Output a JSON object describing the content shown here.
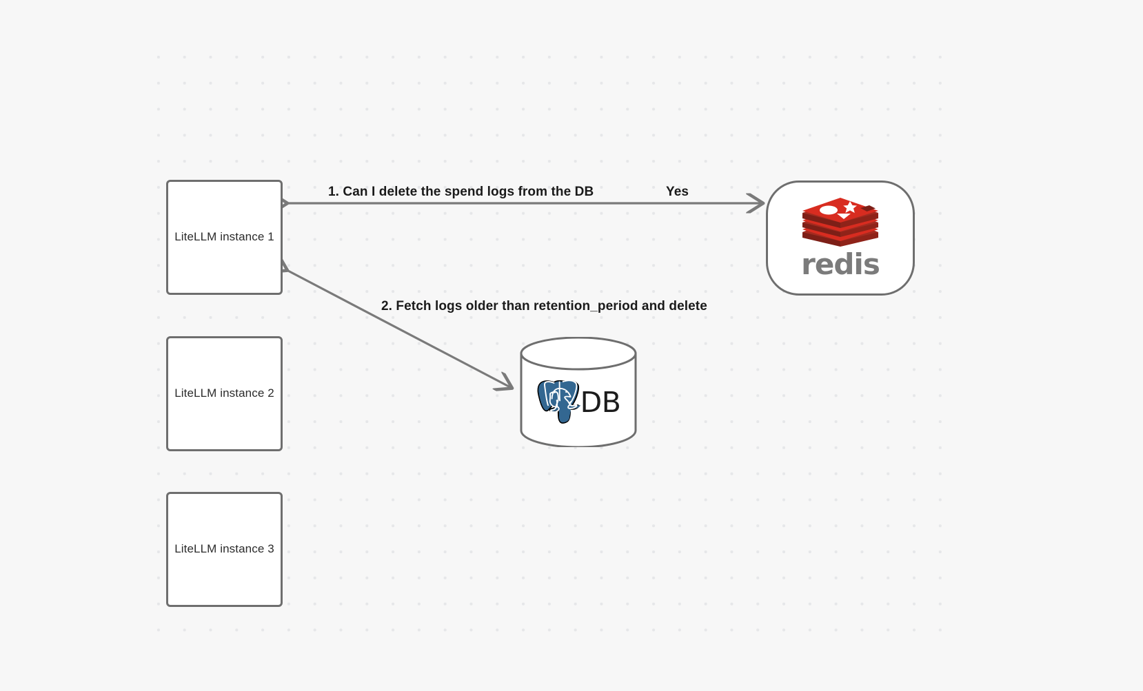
{
  "diagram": {
    "title": "LiteLLM spend-log deletion flow",
    "background_color": "#f7f7f7",
    "grid_dot_color": "#e6e7e9",
    "node_border_color": "#6e6e6e",
    "edge_color": "#7a7a7a",
    "nodes": [
      {
        "id": "instance-1",
        "label": "LiteLLM instance 1",
        "shape": "rounded-rect"
      },
      {
        "id": "instance-2",
        "label": "LiteLLM instance 2",
        "shape": "rounded-rect"
      },
      {
        "id": "instance-3",
        "label": "LiteLLM instance 3",
        "shape": "rounded-rect"
      },
      {
        "id": "redis",
        "label": "redis",
        "shape": "stadium",
        "logo": "redis-logo",
        "brand_color": "#d82c20",
        "wordmark_color": "#7b7b7b"
      },
      {
        "id": "db",
        "label": "DB",
        "shape": "cylinder",
        "logo": "postgresql-elephant-icon",
        "brand_color": "#336791"
      }
    ],
    "edges": [
      {
        "id": "edge-1",
        "from": "instance-1",
        "to": "redis",
        "label": "1.  Can I delete the spend logs from the DB",
        "reply_label": "Yes",
        "direction": "bidirectional"
      },
      {
        "id": "edge-2",
        "from": "instance-1",
        "to": "db",
        "label": "2.  Fetch logs older than retention_period and delete",
        "direction": "bidirectional"
      }
    ]
  },
  "labels": {
    "instance_1": "LiteLLM instance 1",
    "instance_2": "LiteLLM instance 2",
    "instance_3": "LiteLLM instance 3",
    "redis_wordmark": "redis",
    "db_text": "DB",
    "edge_1_text": "1.  Can I delete the spend logs from the DB",
    "edge_1_reply": "Yes",
    "edge_2_text": "2.  Fetch logs older than retention_period and delete"
  }
}
